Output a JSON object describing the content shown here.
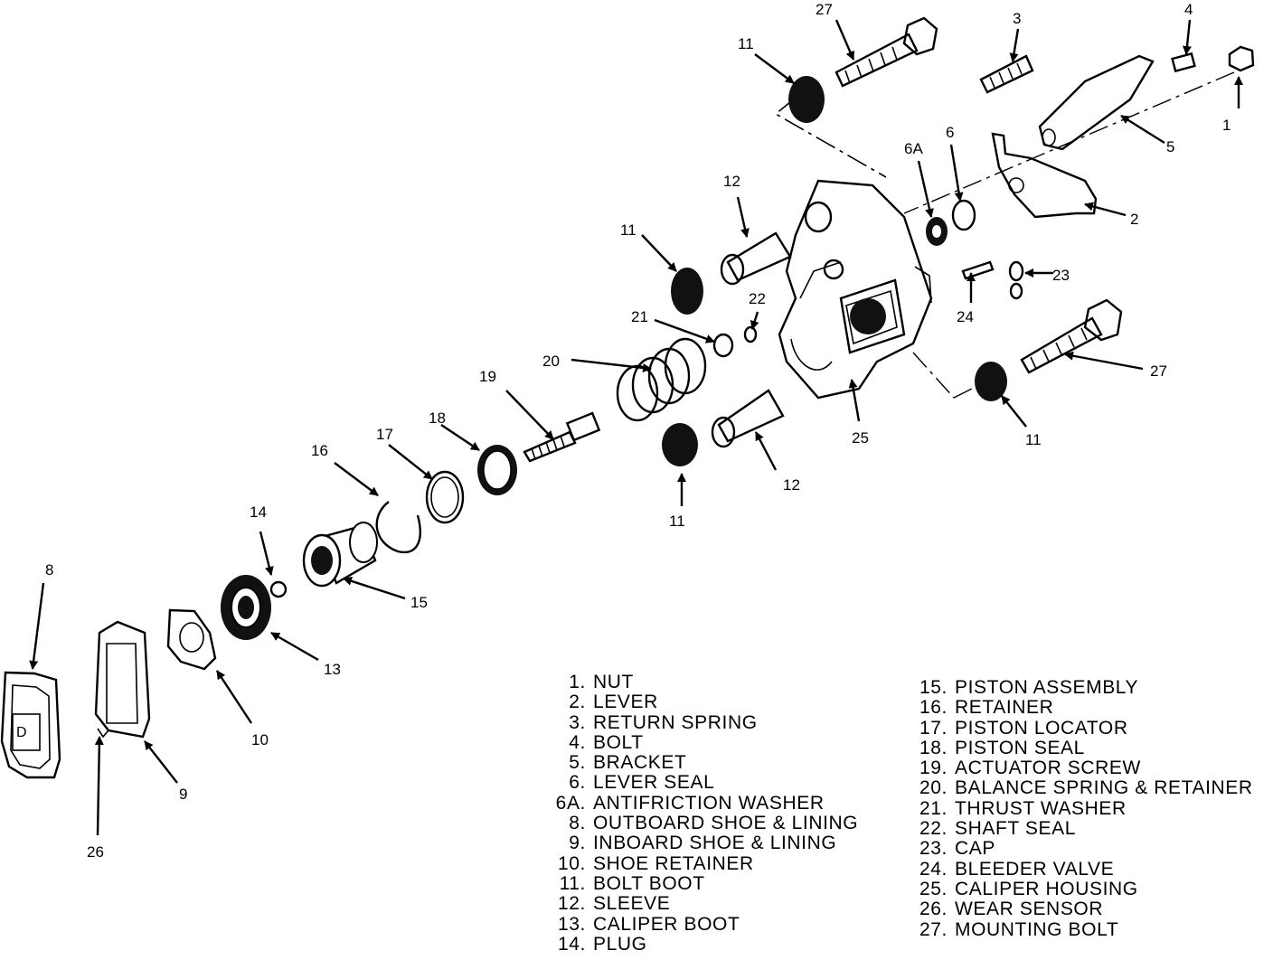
{
  "callouts": [
    {
      "id": "c1",
      "text": "1"
    },
    {
      "id": "c2",
      "text": "2"
    },
    {
      "id": "c3",
      "text": "3"
    },
    {
      "id": "c4",
      "text": "4"
    },
    {
      "id": "c5",
      "text": "5"
    },
    {
      "id": "c6",
      "text": "6"
    },
    {
      "id": "c6a",
      "text": "6A"
    },
    {
      "id": "c8",
      "text": "8"
    },
    {
      "id": "c9",
      "text": "9"
    },
    {
      "id": "c10",
      "text": "10"
    },
    {
      "id": "c11a",
      "text": "11"
    },
    {
      "id": "c11b",
      "text": "11"
    },
    {
      "id": "c11c",
      "text": "11"
    },
    {
      "id": "c11d",
      "text": "11"
    },
    {
      "id": "c12a",
      "text": "12"
    },
    {
      "id": "c12b",
      "text": "12"
    },
    {
      "id": "c13",
      "text": "13"
    },
    {
      "id": "c14",
      "text": "14"
    },
    {
      "id": "c15",
      "text": "15"
    },
    {
      "id": "c16",
      "text": "16"
    },
    {
      "id": "c17",
      "text": "17"
    },
    {
      "id": "c18",
      "text": "18"
    },
    {
      "id": "c19",
      "text": "19"
    },
    {
      "id": "c20",
      "text": "20"
    },
    {
      "id": "c21",
      "text": "21"
    },
    {
      "id": "c22",
      "text": "22"
    },
    {
      "id": "c23",
      "text": "23"
    },
    {
      "id": "c24",
      "text": "24"
    },
    {
      "id": "c25",
      "text": "25"
    },
    {
      "id": "c26",
      "text": "26"
    },
    {
      "id": "c27a",
      "text": "27"
    },
    {
      "id": "c27b",
      "text": "27"
    }
  ],
  "legend": {
    "left": [
      {
        "num": "1.",
        "label": "NUT"
      },
      {
        "num": "2.",
        "label": "LEVER"
      },
      {
        "num": "3.",
        "label": "RETURN SPRING"
      },
      {
        "num": "4.",
        "label": "BOLT"
      },
      {
        "num": "5.",
        "label": "BRACKET"
      },
      {
        "num": "6.",
        "label": "LEVER SEAL"
      },
      {
        "num": "6A.",
        "label": "ANTIFRICTION WASHER"
      },
      {
        "num": "8.",
        "label": "OUTBOARD SHOE & LINING"
      },
      {
        "num": "9.",
        "label": "INBOARD SHOE & LINING"
      },
      {
        "num": "10.",
        "label": "SHOE RETAINER"
      },
      {
        "num": "11.",
        "label": "BOLT BOOT"
      },
      {
        "num": "12.",
        "label": "SLEEVE"
      },
      {
        "num": "13.",
        "label": "CALIPER BOOT"
      },
      {
        "num": "14.",
        "label": "PLUG"
      }
    ],
    "right": [
      {
        "num": "15.",
        "label": "PISTON ASSEMBLY"
      },
      {
        "num": "16.",
        "label": "RETAINER"
      },
      {
        "num": "17.",
        "label": "PISTON LOCATOR"
      },
      {
        "num": "18.",
        "label": "PISTON SEAL"
      },
      {
        "num": "19.",
        "label": "ACTUATOR SCREW"
      },
      {
        "num": "20.",
        "label": "BALANCE SPRING & RETAINER"
      },
      {
        "num": "21.",
        "label": "THRUST WASHER"
      },
      {
        "num": "22.",
        "label": "SHAFT SEAL"
      },
      {
        "num": "23.",
        "label": "CAP"
      },
      {
        "num": "24.",
        "label": "BLEEDER VALVE"
      },
      {
        "num": "25.",
        "label": "CALIPER HOUSING"
      },
      {
        "num": "26.",
        "label": "WEAR SENSOR"
      },
      {
        "num": "27.",
        "label": "MOUNTING BOLT"
      }
    ]
  }
}
